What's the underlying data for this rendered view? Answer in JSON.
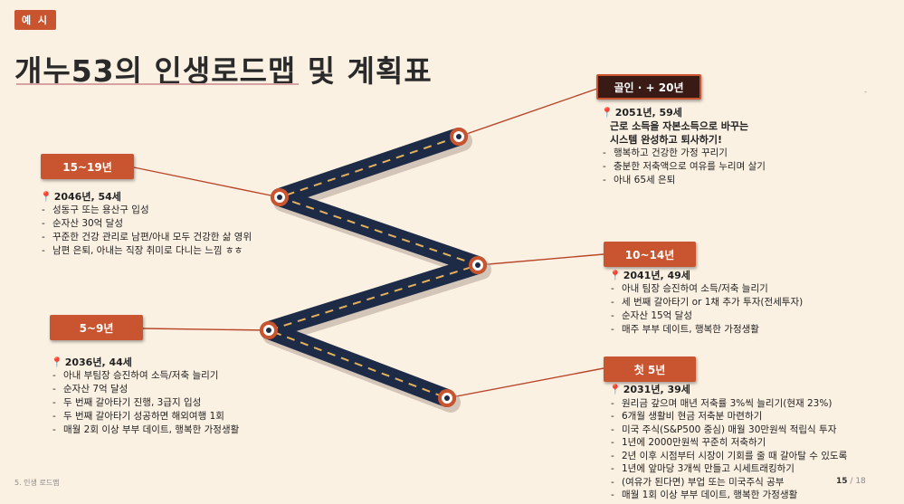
{
  "badge": "예 시",
  "title": "개누53의 인생로드맵 및 계획표",
  "colors": {
    "accent": "#c8552f",
    "road": "#1e2b47",
    "background": "#fbf1e3"
  },
  "periods": [
    {
      "label": "골인 · + 20년",
      "head": "2051년, 59세",
      "goal_lines": [
        "근로 소득을 자본소득으로 바꾸는",
        "시스템 완성하고 퇴사하기!"
      ],
      "items": [
        "행복하고 건강한 가정 꾸리기",
        "충분한 저축액으로 여유를 누리며 살기",
        "아내 65세 은퇴"
      ]
    },
    {
      "label": "15~19년",
      "head": "2046년, 54세",
      "items": [
        "성동구 또는 용산구 입성",
        "순자산 30억 달성",
        "꾸준한 건강 관리로 남편/아내 모두 건강한 삶 영위",
        "남편 은퇴, 아내는 직장 취미로 다니는 느낌 ㅎㅎ"
      ]
    },
    {
      "label": "10~14년",
      "head": "2041년, 49세",
      "items": [
        "아내 팀장 승진하여 소득/저축 늘리기",
        "세 번째 갈아타기 or 1채 추가 투자(전세투자)",
        "순자산 15억 달성",
        "매주 부부 데이트, 행복한 가정생활"
      ]
    },
    {
      "label": "5~9년",
      "head": "2036년, 44세",
      "items": [
        "아내 부팀장 승진하여 소득/저축 늘리기",
        "순자산 7억 달성",
        "두 번째 갈아타기 진행, 3급지 입성",
        "두 번째 갈아타기 성공하면 해외여행 1회",
        "매월 2회 이상 부부 데이트, 행복한 가정생활"
      ]
    },
    {
      "label": "첫 5년",
      "head": "2031년, 39세",
      "items": [
        "원리금 갚으며 매년 저축률 3%씩 늘리기(현재 23%)",
        "6개월 생활비 현금 저축분 마련하기",
        "미국 주식(S&P500 중심) 매월 30만원씩 적립식 투자",
        "1년에 2000만원씩 꾸준히 저축하기",
        "2년 이후 시점부터 시장이 기회를 줄 때 갈아탈 수 있도록",
        "1년에 앞마당 3개씩 만들고 시세트래킹하기",
        "(여유가 된다면) 부업 또는 미국주식 공부",
        "매월 1회 이상 부부 데이트, 행복한 가정생활"
      ]
    }
  ],
  "footer": {
    "section": "5. 인생 로드맵",
    "page": "15",
    "separator": "/",
    "total": "18"
  },
  "side_mark": "-"
}
